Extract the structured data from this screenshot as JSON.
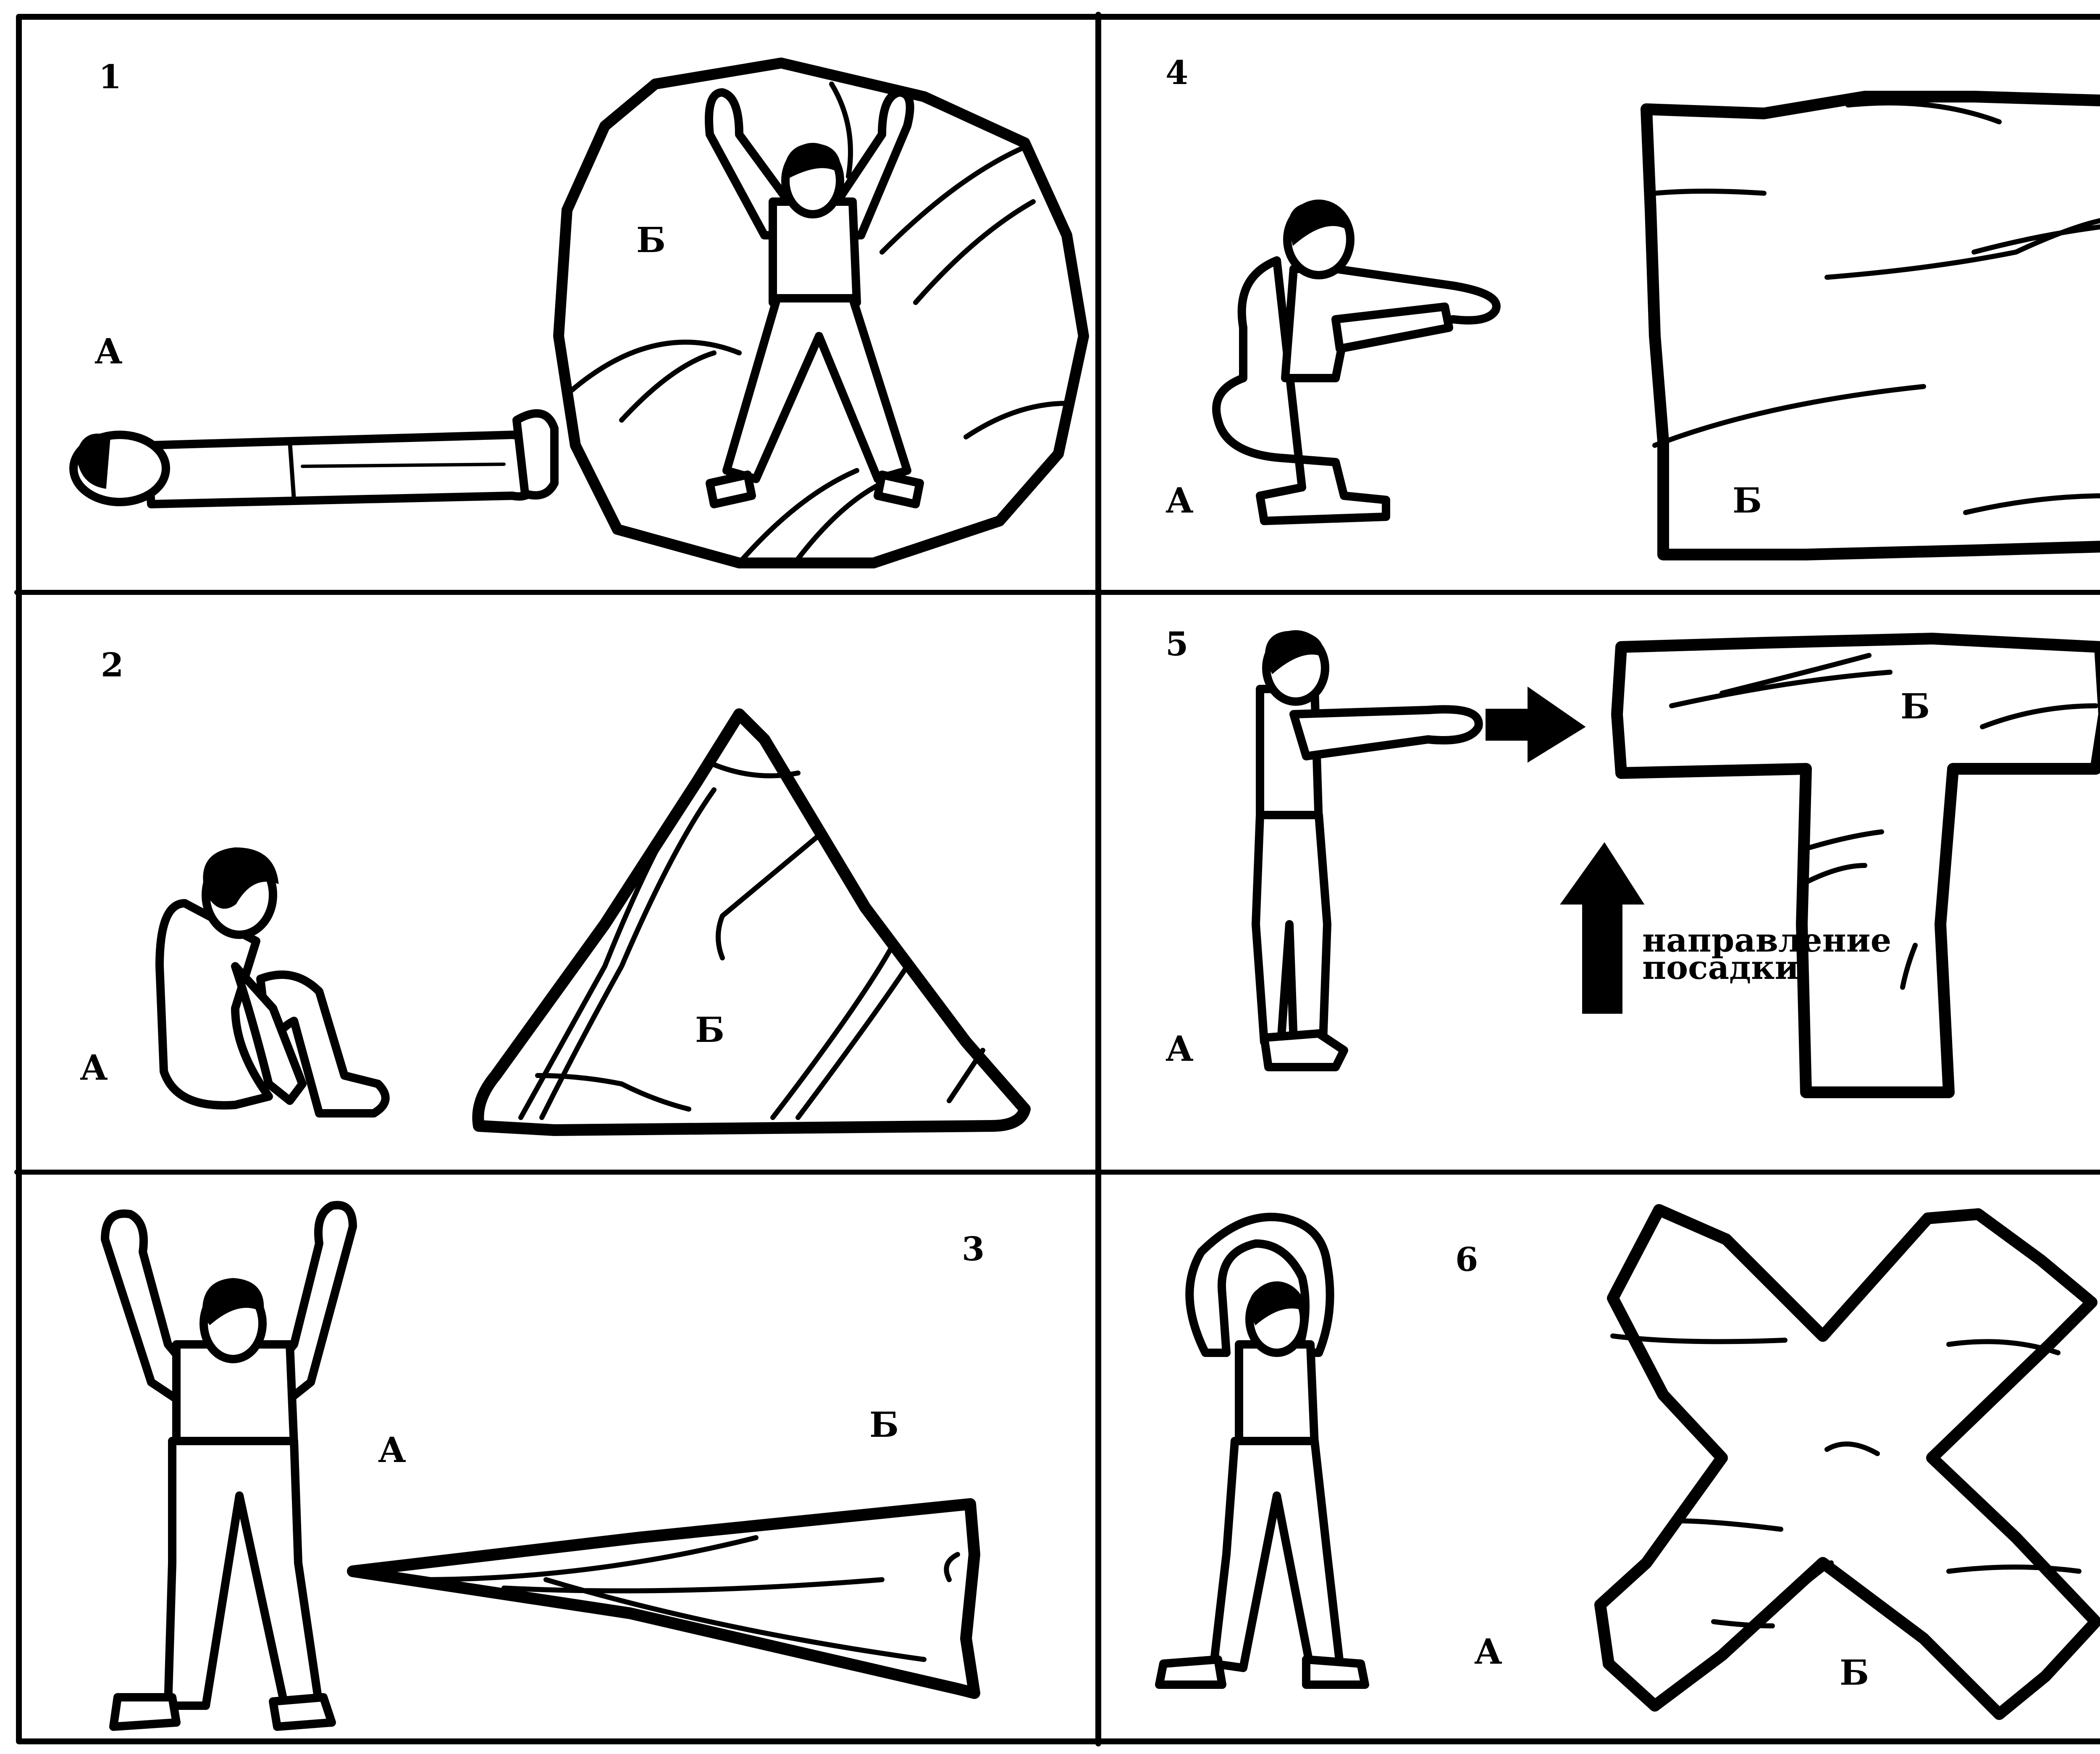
{
  "panels": [
    {
      "number": "1",
      "figure_label": "А",
      "shape_label": "Б",
      "shape": "circle"
    },
    {
      "number": "2",
      "figure_label": "А",
      "shape_label": "Б",
      "shape": "triangle"
    },
    {
      "number": "3",
      "figure_label": "А",
      "shape_label": "Б",
      "shape": "elongated-triangle"
    },
    {
      "number": "4",
      "figure_label": "А",
      "shape_label": "Б",
      "shape": "square"
    },
    {
      "number": "5",
      "figure_label": "А",
      "shape_label": "Б",
      "shape": "T-shape"
    },
    {
      "number": "6",
      "figure_label": "А",
      "shape_label": "Б",
      "shape": "X-shape"
    }
  ],
  "landing_direction": {
    "line1": "направление",
    "line2": "посадки"
  },
  "icons": [
    "arrow-right-icon",
    "arrow-up-icon"
  ],
  "colors": {
    "ink": "#000000",
    "paper": "#ffffff"
  }
}
